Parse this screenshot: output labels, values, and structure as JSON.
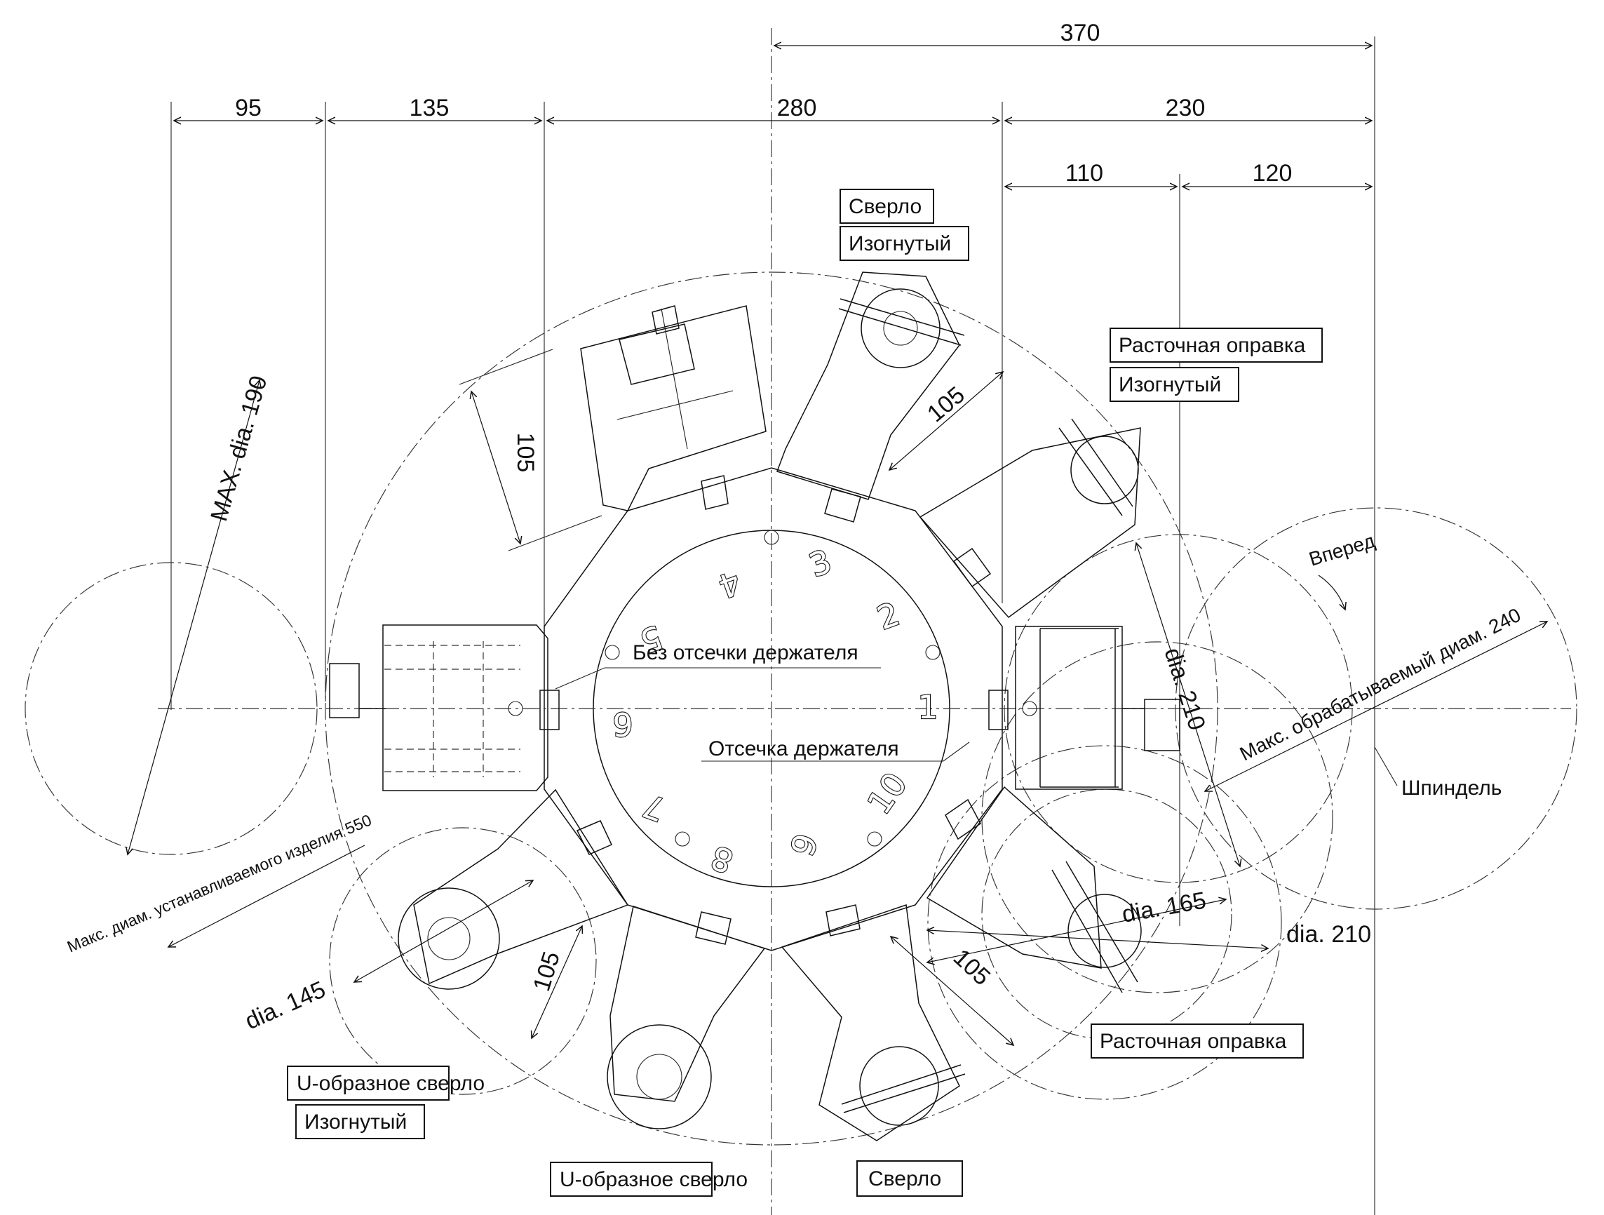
{
  "dimensions": {
    "top": "370",
    "segments": [
      "95",
      "135",
      "280",
      "230"
    ],
    "sub_segments": [
      "110",
      "120"
    ],
    "clamp_width": "105",
    "left_max_dia": "MAX. dia. 190",
    "right_dia_vertical": "dia. 210",
    "right_max_workpiece": "Макс. обрабатываемый диам. 240",
    "spindle": "Шпиндель",
    "forward": "Вперед",
    "left_workpiece": "Макс. диам. устанавливаемого изделия 550",
    "bottom_left_dia": "dia. 145",
    "bottom_left_clamp": "105",
    "bottom_right_clamp": "105",
    "bottom_right_dia": "dia. 165",
    "bottom_right_large_dia": "dia. 210"
  },
  "labels": {
    "drill_top": "Сверло",
    "bent_top": "Изогнутый",
    "boring_top": "Расточная оправка",
    "bent_right": "Изогнутый",
    "no_holder_cutoff": "Без отсечки держателя",
    "holder_cutoff": "Отсечка держателя",
    "boring_bottom": "Расточная оправка",
    "u_drill_left": "U-образное сверло",
    "bent_bottom_left": "Изогнутый",
    "u_drill_bottom": "U-образное сверло",
    "drill_bottom": "Сверло"
  },
  "stations": [
    "1",
    "2",
    "3",
    "4",
    "5",
    "6",
    "7",
    "8",
    "9",
    "10"
  ],
  "colors": {
    "ink": "#111111",
    "paper": "#ffffff"
  }
}
